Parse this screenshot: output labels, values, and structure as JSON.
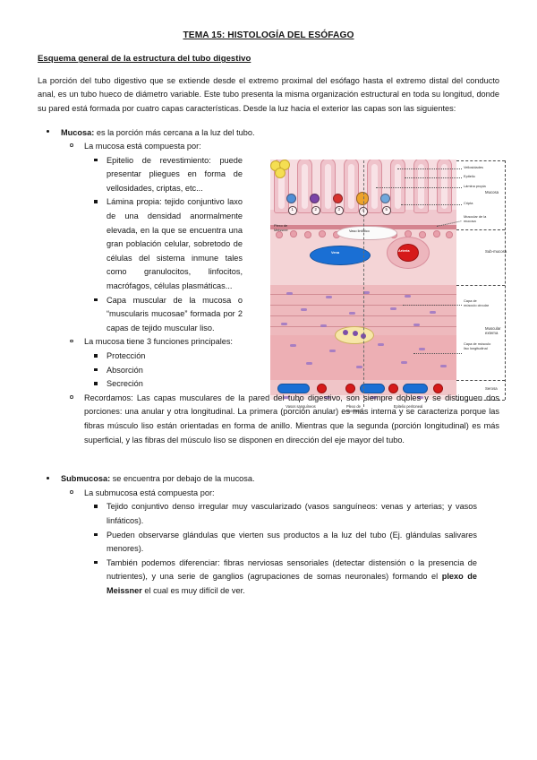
{
  "document": {
    "title": "TEMA 15: HISTOLOGÍA DEL ESÓFAGO",
    "section_title": "Esquema general de la estructura del tubo digestivo",
    "intro_paragraph": "La porción del tubo digestivo que se extiende desde el extremo proximal del esófago hasta el extremo distal del conducto anal, es un tubo hueco de diámetro variable. Este tubo presenta la misma organización estructural en toda su longitud, donde su pared está formada por cuatro capas características. Desde la luz hacia el exterior las capas son las siguientes:"
  },
  "mucosa": {
    "heading_bold": "Mucosa:",
    "heading_rest": " es la porción más cercana a la luz del tubo.",
    "composed_intro": "La mucosa está compuesta por:",
    "components": [
      "Epitelio de revestimiento: puede presentar pliegues en forma de vellosidades, criptas, etc...",
      "Lámina propia: tejido conjuntivo laxo de una densidad anormalmente elevada, en la que se encuentra una gran población celular, sobretodo de células del sistema inmune tales como granulocitos, linfocitos, macrófagos, células plasmáticas...",
      "Capa muscular de la mucosa o “muscularis mucosae” formada por 2 capas de tejido muscular liso."
    ],
    "functions_intro": "La mucosa tiene 3 funciones principales:",
    "functions": [
      "Protección",
      "Absorción",
      "Secreción"
    ],
    "remember": "Recordamos: Las capas musculares de la pared del tubo digestivo, son siempre dobles y se distinguen dos porciones: una anular y otra longitudinal. La primera (porción anular) es más interna y se caracteriza porque las fibras músculo liso están orientadas en forma de anillo. Mientras que la segunda (porción longitudinal) es más superficial, y las fibras del músculo liso se disponen en dirección del eje mayor del tubo."
  },
  "submucosa": {
    "heading_bold": "Submucosa:",
    "heading_rest": " se encuentra por debajo de la mucosa.",
    "composed_intro": "La submucosa está compuesta por:",
    "components": [
      "Tejido conjuntivo denso irregular muy vascularizado (vasos sanguíneos: venas y arterias; y vasos linfáticos).",
      "Pueden observarse glándulas que vierten sus productos a la luz del tubo (Ej. glándulas salivares menores)."
    ],
    "last_component": {
      "part1": "También podemos diferenciar: fibras nerviosas sensoriales (detectar distensión o la presencia de nutrientes), y una serie de ganglios (agrupaciones de somas neuronales) formando el ",
      "bold": "plexo de Meissner",
      "part2": " el cual es muy difícil de ver."
    }
  },
  "figure": {
    "name": "histology-diagram-digestive-tube-wall",
    "callouts": [
      "Vellosidades",
      "Epitelio",
      "Lámina propia",
      "Cripta",
      "Muscular de la mucosa"
    ],
    "layers": [
      "Mucosa",
      "Sub-mucosa",
      "Muscular externa",
      "Serosa"
    ],
    "muscle_labels": [
      "Capa de músculo circular",
      "Capa de músculo liso longitudinal"
    ],
    "inner_labels": {
      "meissner": "Plexo de Meissner",
      "linfatico": "Vaso linfático",
      "vena": "Vena",
      "arteria": "Arteria"
    },
    "bottom_labels": [
      "Vasos sanguíneos",
      "Plexo de Auerbach",
      "Epitelio peritoneal"
    ],
    "cell_numbers": [
      "1",
      "2",
      "3",
      "4",
      "5"
    ],
    "colors": {
      "vein": "#1a6fd4",
      "artery": "#d61a1a",
      "lymph": "#fbfbfb",
      "ganglion": "#f5de52",
      "tissue": "#f0c9cf"
    }
  }
}
